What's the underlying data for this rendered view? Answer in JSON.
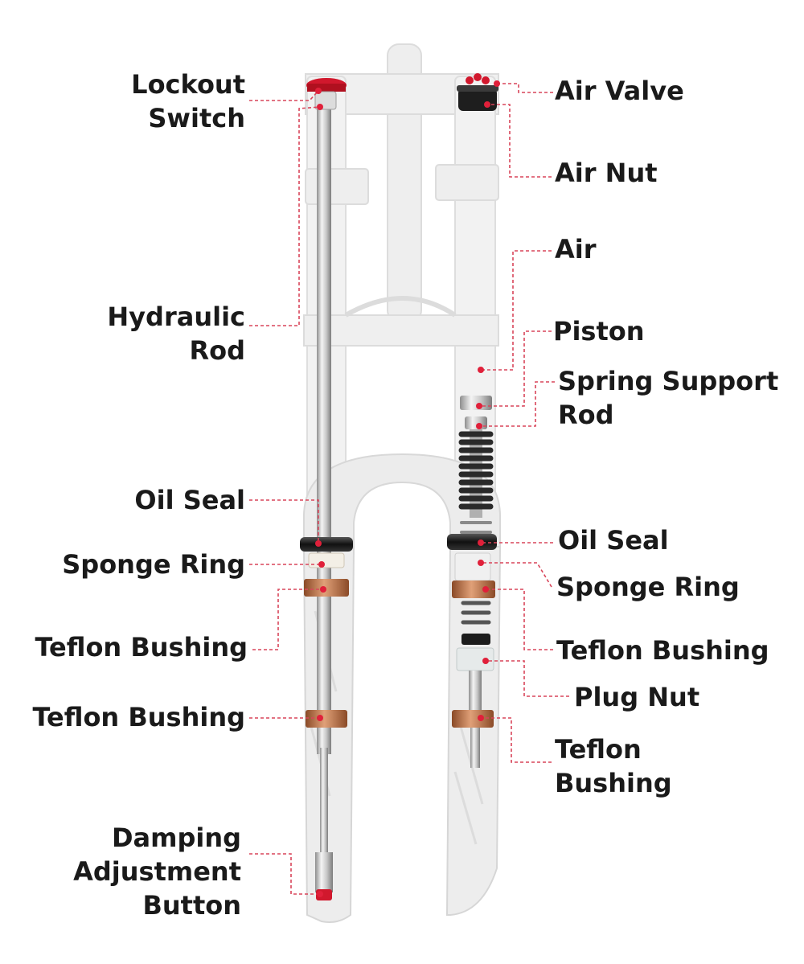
{
  "colors": {
    "leader": "#d9455a",
    "dot": "#e0203a",
    "text": "#1a1a1a",
    "fork_body": "#ebebeb",
    "fork_outline": "#d2d2d2",
    "chrome": "#b9b9b9",
    "bushing": "#b86a3c",
    "seal": "#1c1c1c",
    "spring": "#2a2a2a",
    "red_cap": "#d1182d"
  },
  "labels": {
    "lockout_switch": [
      "Lockout",
      "Switch"
    ],
    "hydraulic_rod": [
      "Hydraulic",
      "Rod"
    ],
    "oil_seal_left": [
      "Oil Seal"
    ],
    "sponge_ring_left": [
      "Sponge Ring"
    ],
    "teflon_bushing_left_1": [
      "Teflon Bushing"
    ],
    "teflon_bushing_left_2": [
      "Teflon Bushing"
    ],
    "damping_adjustment_button": [
      "Damping",
      "Adjustment",
      "Button"
    ],
    "air_valve": [
      "Air Valve"
    ],
    "air_nut": [
      "Air Nut"
    ],
    "air": [
      "Air"
    ],
    "piston": [
      "Piston"
    ],
    "spring_support_rod": [
      "Spring Support",
      "Rod"
    ],
    "oil_seal_right": [
      "Oil Seal"
    ],
    "sponge_ring_right": [
      "Sponge Ring"
    ],
    "teflon_bushing_right_1": [
      "Teflon Bushing"
    ],
    "plug_nut": [
      "Plug Nut"
    ],
    "teflon_bushing_right_2": [
      "Teflon",
      "Bushing"
    ]
  }
}
